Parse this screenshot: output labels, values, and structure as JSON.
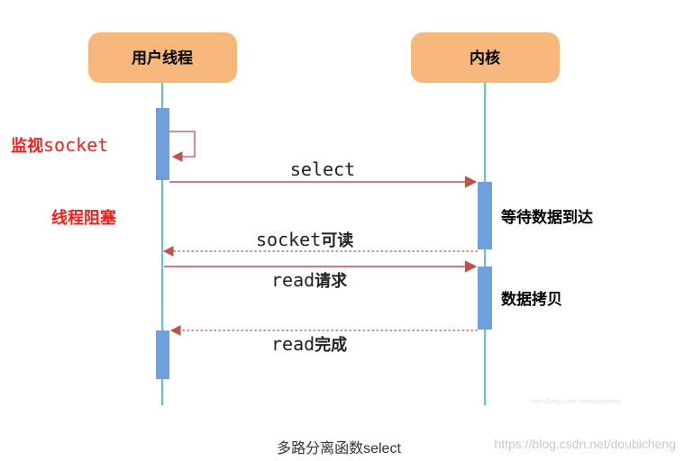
{
  "participants": {
    "user": "用户线程",
    "kernel": "内核"
  },
  "side_labels": {
    "monitor_prefix": "监视",
    "monitor_mono": "socket",
    "blocked": "线程阻塞",
    "waiting": "等待数据到达",
    "copy": "数据拷贝"
  },
  "messages": {
    "select": "select",
    "readable_mono": "socket",
    "readable_cjk": "可读",
    "read_req_mono": "read",
    "read_req_cjk": "请求",
    "done_mono": "read",
    "done_cjk": "完成"
  },
  "caption": "多路分离函数select",
  "watermark": "https://blog.csdn.net/doubicheng",
  "watermark_small": "https://blog.csdn.net/doubicheng",
  "colors": {
    "actor_fill": "#f8b77a",
    "lifeline": "#29b6e8",
    "activation": "#6f9fdc",
    "arrow": "#c0504d",
    "red_label": "#ff1a1a"
  }
}
